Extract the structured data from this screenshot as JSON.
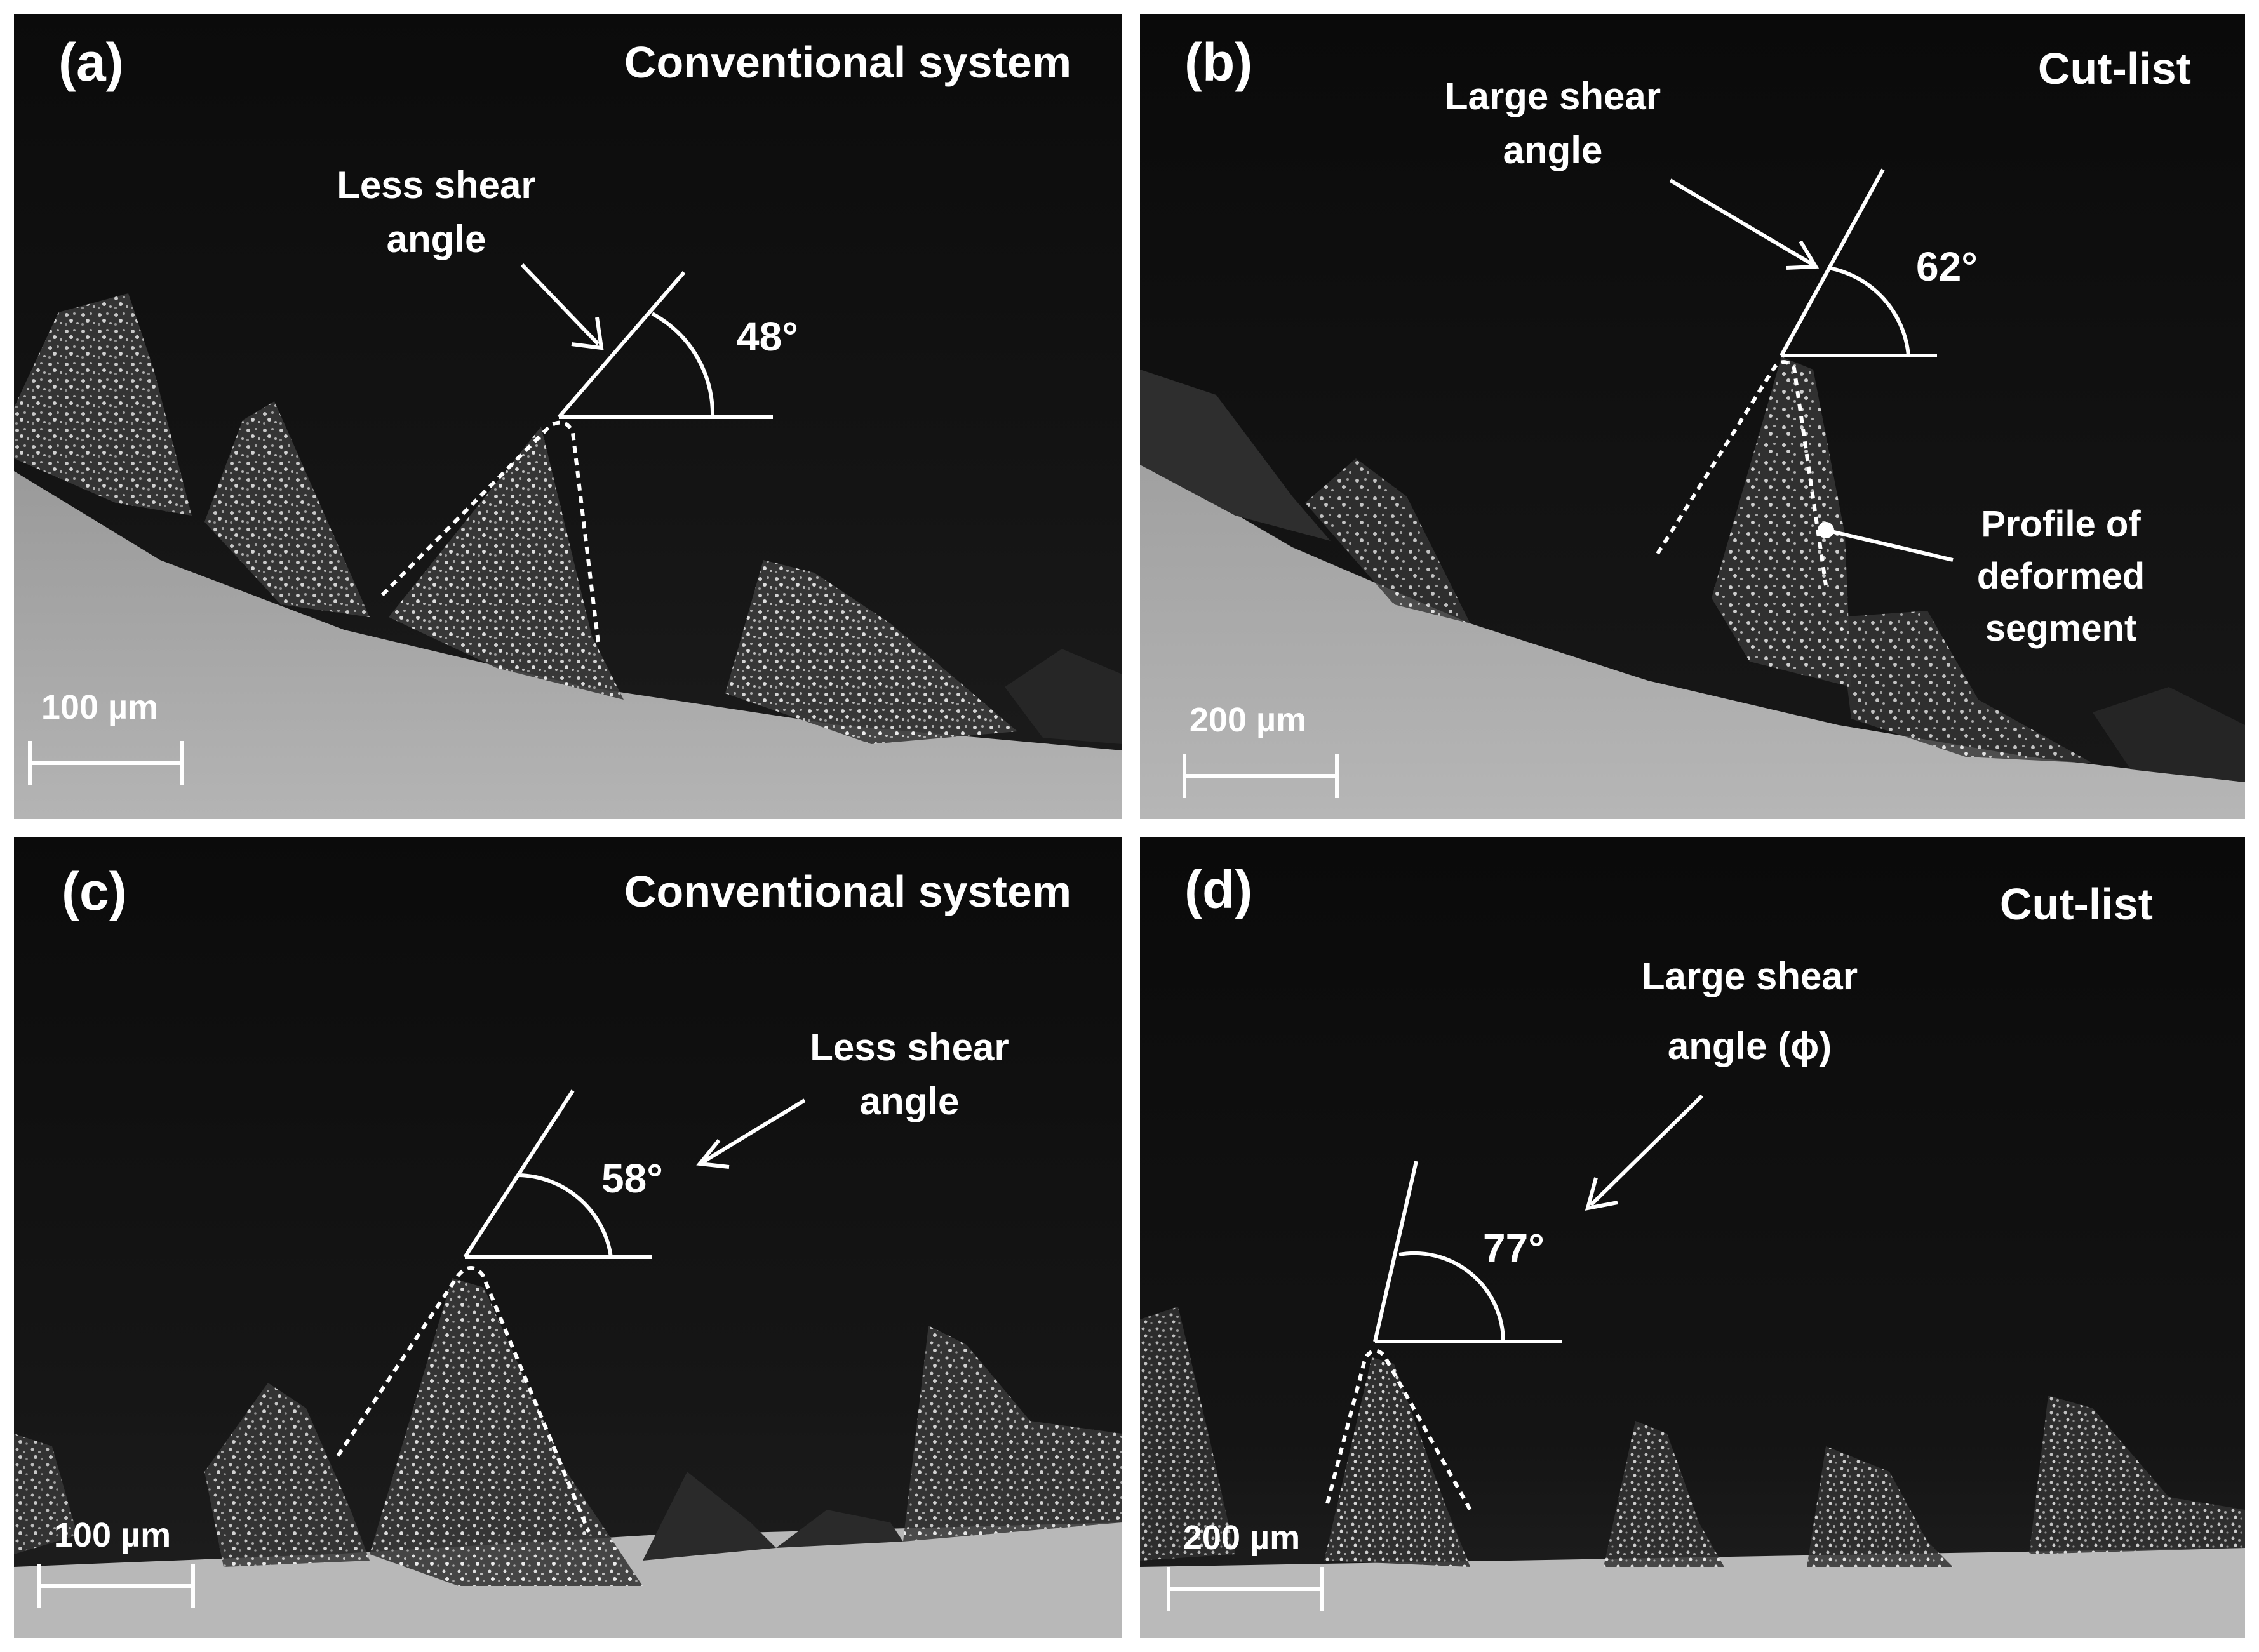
{
  "colors": {
    "background": "#0a0a0a",
    "substrate": "#a8a8a8",
    "annotation": "#ffffff"
  },
  "panels": {
    "a": {
      "tag": "(a)",
      "title": "Conventional system",
      "annotation_line1": "Less shear",
      "annotation_line2": "angle",
      "angle_label": "48°",
      "angle_value_deg": 48,
      "scale_bar": "100 µm"
    },
    "b": {
      "tag": "(b)",
      "title": "Cut-list",
      "annotation_line1": "Large shear",
      "annotation_line2": "angle",
      "angle_label": "62°",
      "angle_value_deg": 62,
      "profile_line1": "Profile of",
      "profile_line2": "deformed",
      "profile_line3": "segment",
      "scale_bar": "200 µm"
    },
    "c": {
      "tag": "(c)",
      "title": "Conventional system",
      "annotation_line1": "Less shear",
      "annotation_line2": "angle",
      "angle_label": "58°",
      "angle_value_deg": 58,
      "scale_bar": "100 µm"
    },
    "d": {
      "tag": "(d)",
      "title": "Cut-list",
      "annotation_line1": "Large shear",
      "annotation_line2": "angle (ϕ)",
      "angle_label": "77°",
      "angle_value_deg": 77,
      "scale_bar": "200 µm"
    }
  }
}
